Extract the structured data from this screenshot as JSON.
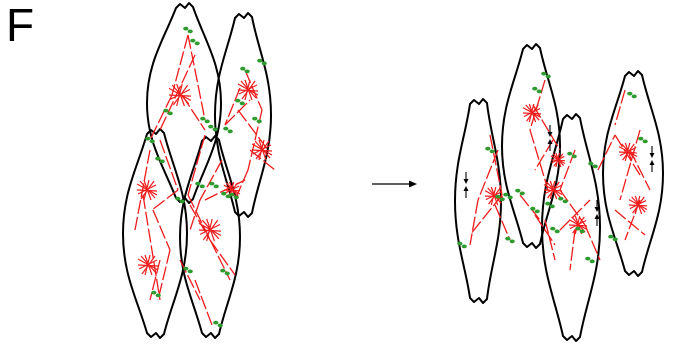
{
  "figure": {
    "panel_label": "F",
    "colors": {
      "outline": "#000000",
      "actin": "#ee1c1c",
      "linker": "#2e9b2e",
      "arrow": "#000000"
    },
    "icons": {
      "transition": "right-arrow-icon",
      "force": "up-down-arrows-icon"
    },
    "cells": [
      {
        "id": "left-cell-a",
        "state": "before"
      },
      {
        "id": "left-cell-b",
        "state": "before"
      },
      {
        "id": "left-cell-c",
        "state": "before"
      },
      {
        "id": "left-cell-d",
        "state": "before"
      },
      {
        "id": "right-cell-a",
        "state": "after"
      },
      {
        "id": "right-cell-b",
        "state": "after"
      },
      {
        "id": "right-cell-c",
        "state": "after"
      },
      {
        "id": "right-cell-d",
        "state": "after"
      }
    ]
  }
}
